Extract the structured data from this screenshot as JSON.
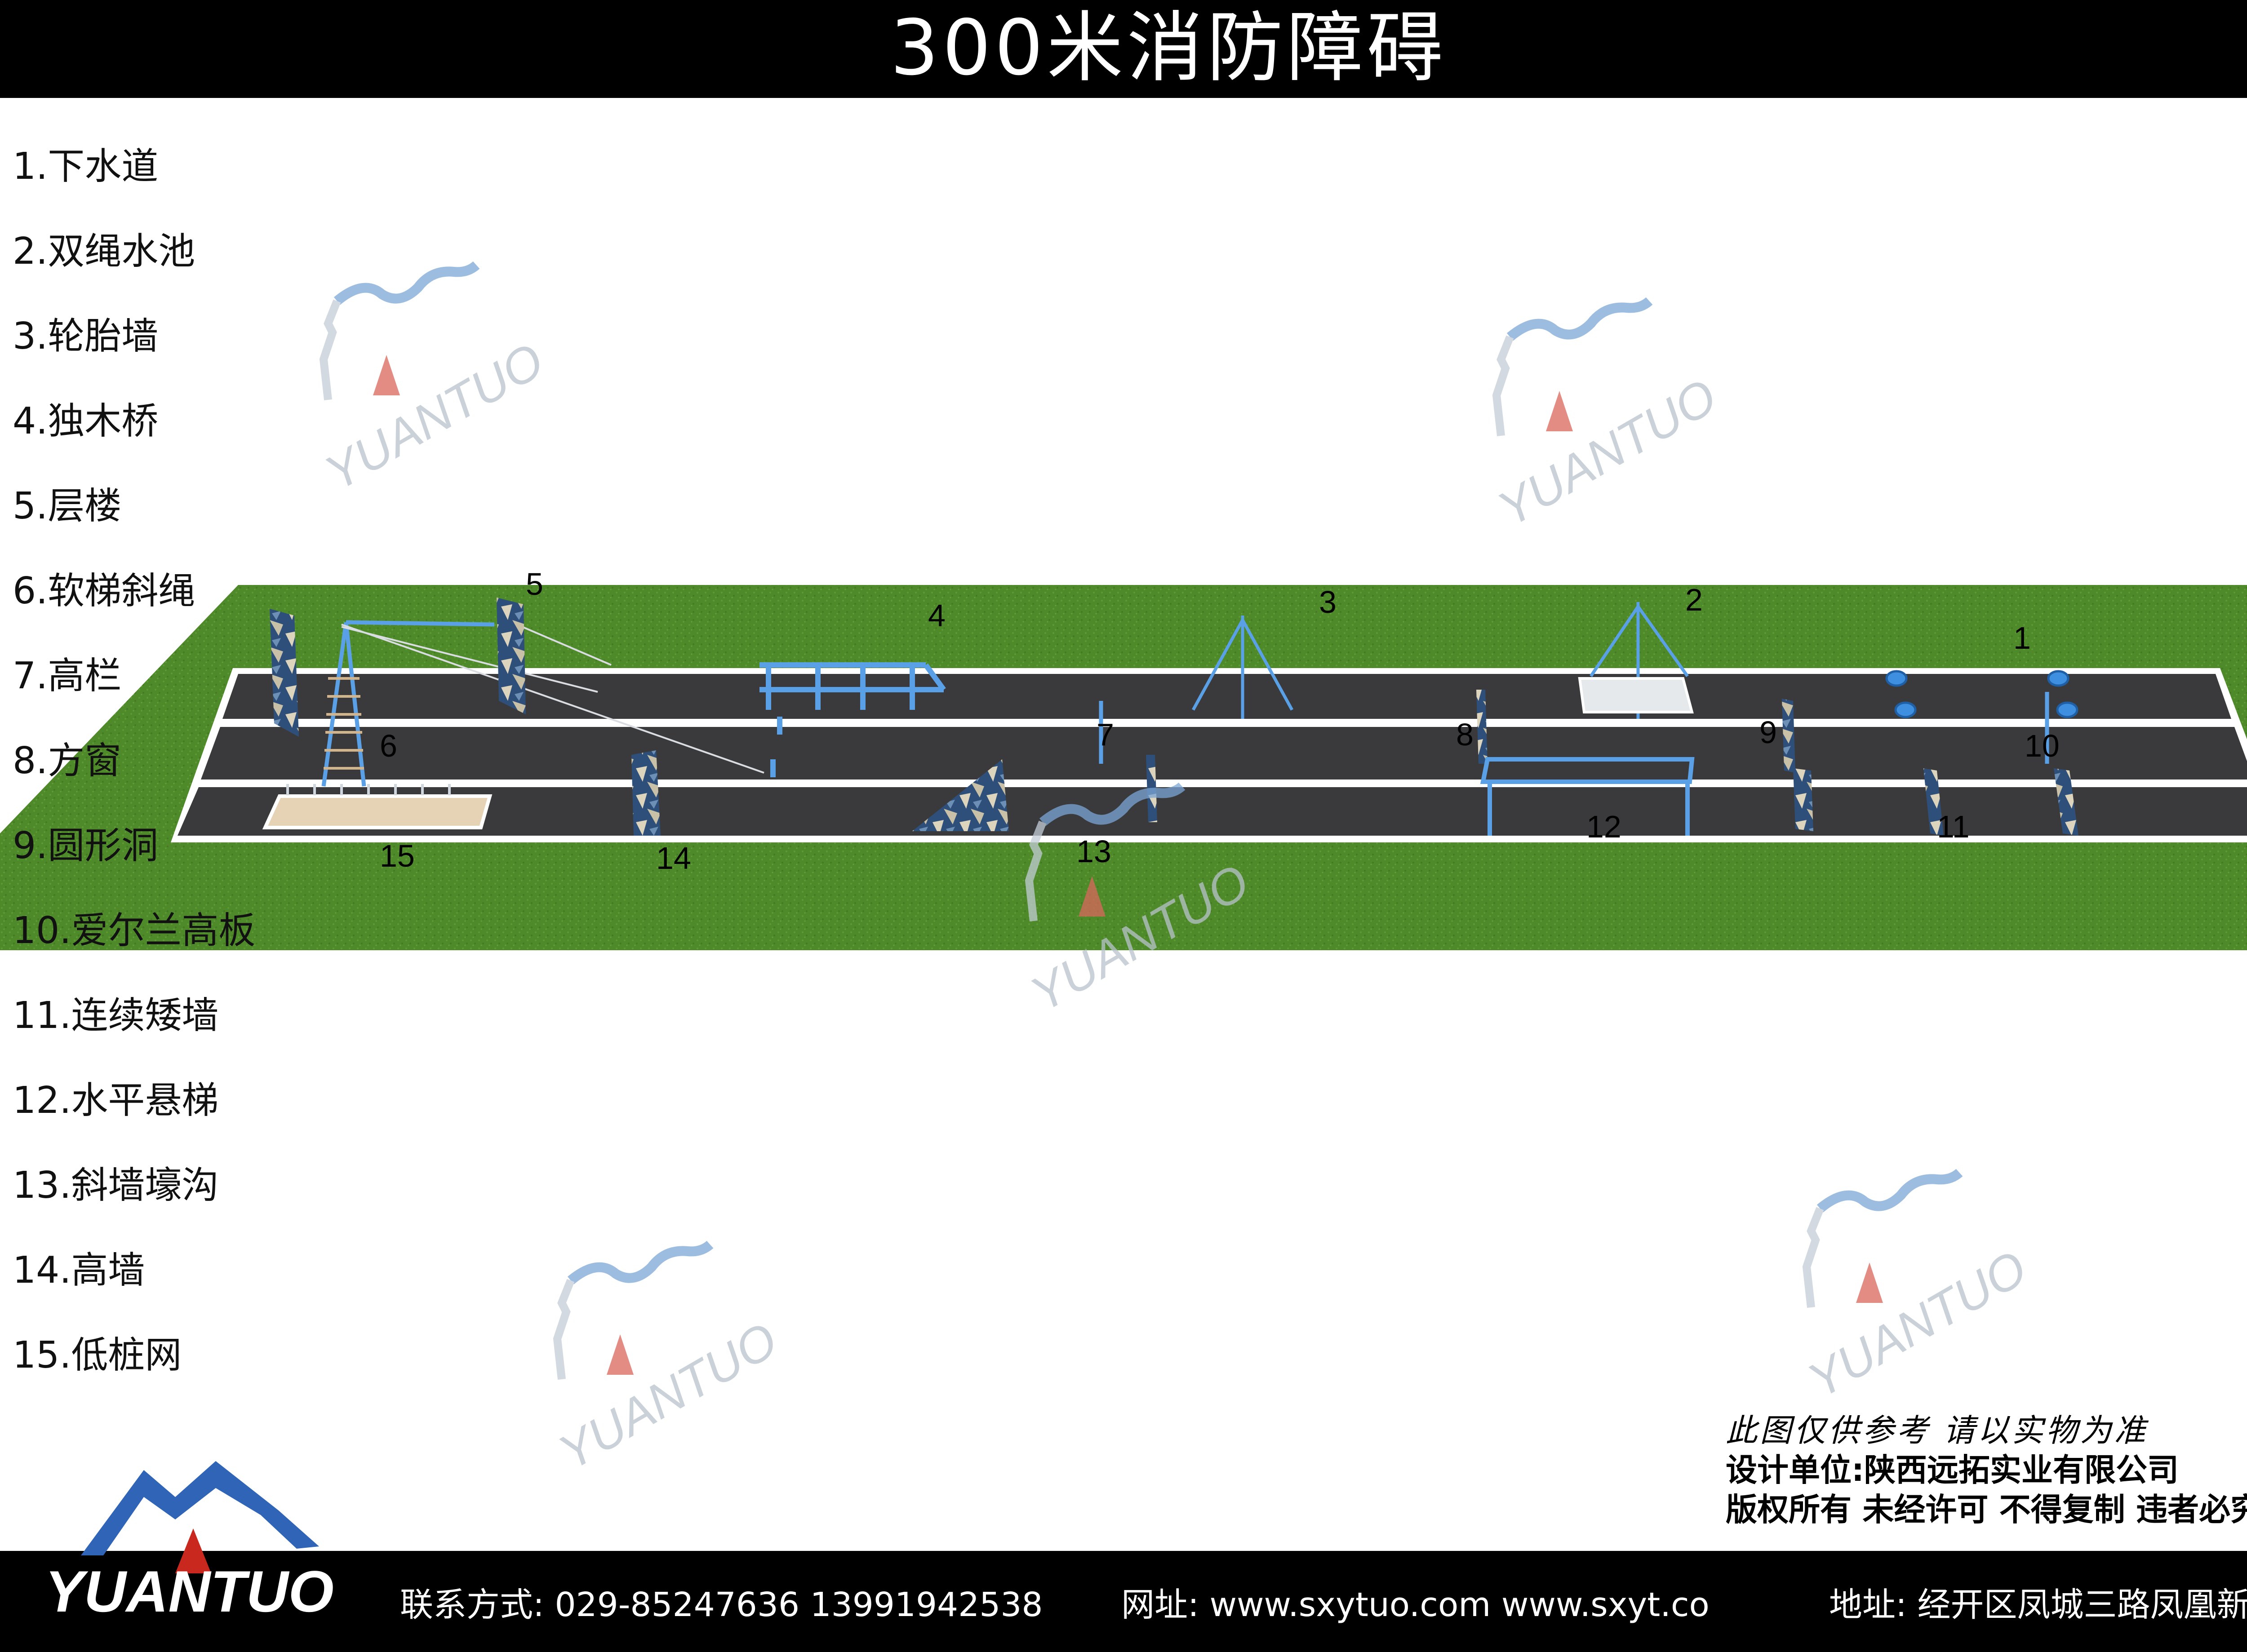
{
  "title": "300米消防障碍",
  "legend": [
    "1.下水道",
    "2.双绳水池",
    "3.轮胎墙",
    "4.独木桥",
    "5.层楼",
    "6.软梯斜绳",
    "7.高栏",
    "8.方窗",
    "9.圆形洞",
    "10.爱尔兰高板",
    "11.连续矮墙",
    "12.水平悬梯",
    "13.斜墙壕沟",
    "14.高墙",
    "15.低桩网"
  ],
  "course_labels": [
    "1",
    "2",
    "3",
    "4",
    "5",
    "6",
    "7",
    "8",
    "9",
    "10",
    "11",
    "12",
    "13",
    "14",
    "15"
  ],
  "watermark_text": "YUANTUO",
  "notes": {
    "disclaimer": "此图仅供参考   请以实物为准",
    "designer": "设计单位:陕西远拓实业有限公司",
    "copyright": "版权所有 未经许可 不得复制 违者必究"
  },
  "footer": {
    "brand": "YUANTUO",
    "contact": "联系方式: 029-85247636 13991942538",
    "website": "网址: www.sxytuo.com   www.sxyt.co",
    "address": "地址: 经开区凤城三路凤凰新城"
  },
  "colors": {
    "grass": "#4f8a2a",
    "track": "#3a3a3c",
    "lane_line": "#ffffff",
    "obstacle_blue": "#4a90d9",
    "logo_blue": "#2f64b6",
    "logo_red": "#c8281e"
  }
}
